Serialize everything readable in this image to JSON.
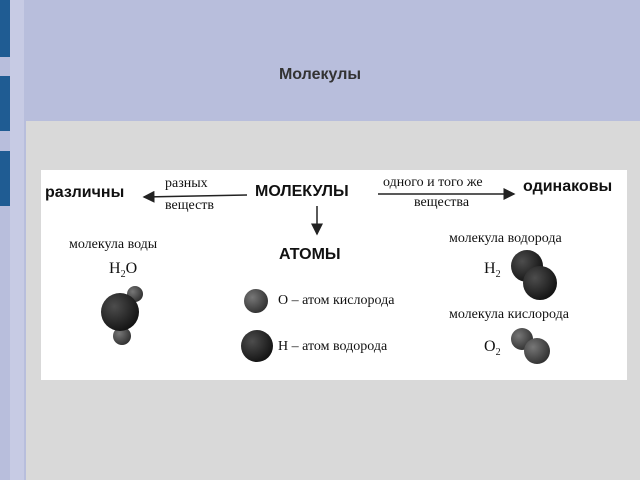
{
  "slide": {
    "title": "Молекулы"
  },
  "diagram": {
    "center": "МОЛЕКУЛЫ",
    "left_result": "различны",
    "left_arrow_top": "разных",
    "left_arrow_bottom": "веществ",
    "right_arrow_top": "одного и того же",
    "right_arrow_bottom": "вещества",
    "right_result": "одинаковы",
    "atoms_label": "АТОМЫ",
    "water_label": "молекула воды",
    "water_formula": "H",
    "water_sub": "2",
    "water_o": "O",
    "oxygen_atom_label": "O – атом кислорода",
    "hydrogen_atom_label": "H – атом водорода",
    "hydrogen_molecule_label": "молекула водорода",
    "hydrogen_formula": "H",
    "hydrogen_sub": "2",
    "oxygen_molecule_label": "молекула кислорода",
    "oxygen_formula": "O",
    "oxygen_sub": "2"
  }
}
